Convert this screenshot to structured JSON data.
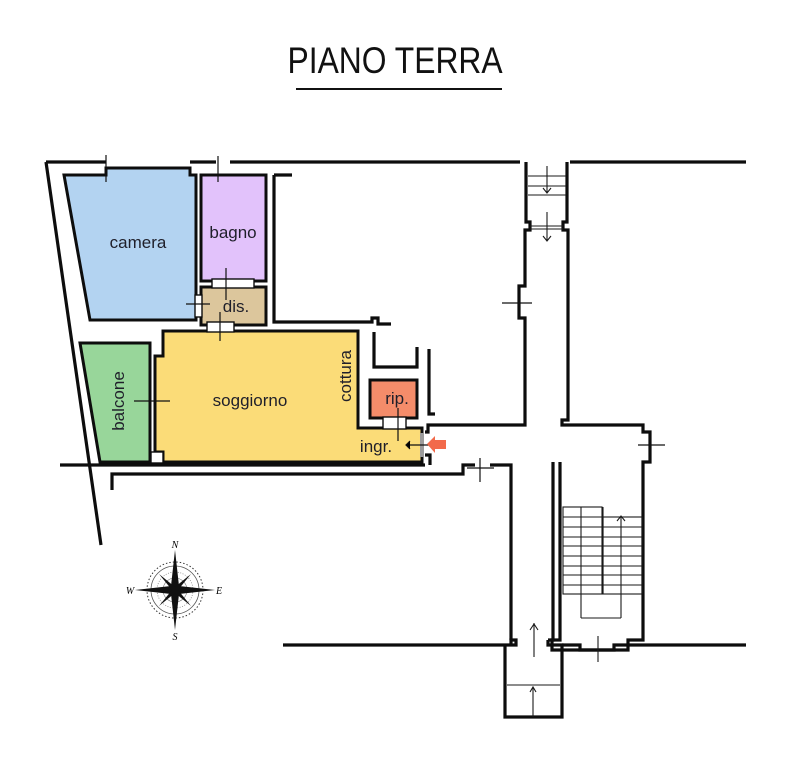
{
  "title": "PIANO TERRA",
  "rooms": [
    {
      "id": "camera",
      "label": "camera",
      "color": "#b3d3f1"
    },
    {
      "id": "bagno",
      "label": "bagno",
      "color": "#e2c2fb"
    },
    {
      "id": "dis",
      "label": "dis.",
      "color": "#dcc69c"
    },
    {
      "id": "balcone",
      "label": "balcone",
      "color": "#98d69a"
    },
    {
      "id": "soggiorno",
      "label": "soggiorno",
      "color": "#fbdc78"
    },
    {
      "id": "cottura",
      "label": "cottura",
      "color": "#fbdc78"
    },
    {
      "id": "rip",
      "label": "rip.",
      "color": "#f48c6a"
    },
    {
      "id": "ingr",
      "label": "ingr.",
      "color": "#fbdc78"
    }
  ],
  "entrance_arrow_color": "#f26a4b",
  "compass": {
    "n": "N",
    "s": "S",
    "e": "E",
    "w": "W"
  }
}
